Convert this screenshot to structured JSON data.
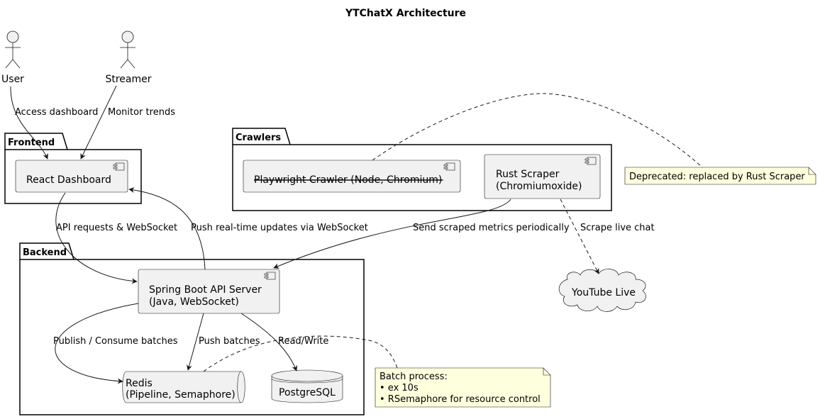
{
  "title": "YTChatX Architecture",
  "actors": {
    "user": "User",
    "streamer": "Streamer"
  },
  "packages": {
    "frontend": "Frontend",
    "backend": "Backend",
    "crawlers": "Crawlers"
  },
  "components": {
    "react_dashboard": "React Dashboard",
    "spring_api_line1": "Spring Boot API Server",
    "spring_api_line2": "(Java, WebSocket)",
    "playwright_crawler": "Playwright Crawler (Node, Chromium)",
    "rust_scraper_line1": "Rust Scraper",
    "rust_scraper_line2": "(Chromiumoxide)",
    "redis_line1": "Redis",
    "redis_line2": "(Pipeline, Semaphore)",
    "postgres": "PostgreSQL",
    "youtube_live": "YouTube Live"
  },
  "edges": {
    "access_dashboard": "Access dashboard",
    "monitor_trends": "Monitor trends",
    "api_requests": "API requests & WebSocket",
    "push_realtime": "Push real-time updates via WebSocket",
    "send_scraped": "Send scraped metrics periodically",
    "scrape_live_chat": "Scrape live chat",
    "publish_consume": "Publish / Consume batches",
    "push_batches": "Push batches",
    "read_write": "Read/Write"
  },
  "notes": {
    "deprecated": "Deprecated: replaced by Rust Scraper",
    "batch_line1": "Batch process:",
    "batch_line2": "• ex 10s",
    "batch_line3": "• RSemaphore for resource control"
  },
  "colors": {
    "stroke": "#181818",
    "component_fill": "#F1F1F1",
    "note_fill": "#FEFFDD",
    "background": "#FFFFFF"
  }
}
